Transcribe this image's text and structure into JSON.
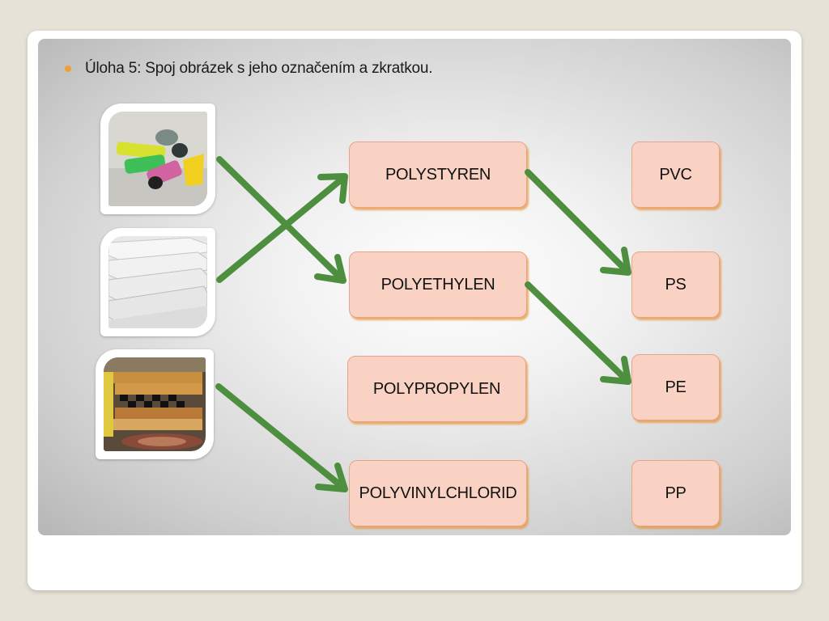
{
  "task": {
    "text": "Úloha 5: Spoj obrázek s jeho označením a zkratkou."
  },
  "materials": [
    "POLYSTYREN",
    "POLYETHYLEN",
    "POLYPROPYLEN",
    "POLYVINYLCHLORID"
  ],
  "abbreviations": [
    "PVC",
    "PS",
    "PE",
    "PP"
  ],
  "pictures": [
    "photo-plastic-bags",
    "photo-polystyrene-boards",
    "photo-linoleum-rolls"
  ],
  "colors": {
    "arrow": "#4e8f3f",
    "box_fill": "#f9d2c4",
    "box_shadow": "#e9963c",
    "bullet": "#f0a030"
  }
}
